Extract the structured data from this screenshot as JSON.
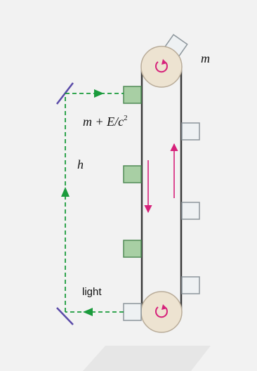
{
  "labels": {
    "mass_top": "m",
    "mass_shift_base": "m + E/c",
    "mass_shift_exp": "2",
    "height": "h",
    "light": "light"
  },
  "colors": {
    "background": "#f2f2f2",
    "belt": "#3a3a3a",
    "pulley_fill": "#ede3d1",
    "pulley_edge": "#b8ab98",
    "rotation_arrow": "#d6217a",
    "motion_arrow": "#d6217a",
    "light_path": "#1a9b3c",
    "mirror": "#5a4aa8",
    "box_excited_fill": "#a8cfa4",
    "box_excited_edge": "#4f8a55",
    "box_plain_fill": "#eef1f3",
    "box_plain_edge": "#8c959b",
    "shadow": "#e6e6e6"
  },
  "icons": [
    "pulley-icon",
    "rotation-arrow-icon",
    "mirror-icon",
    "down-arrow-icon",
    "up-arrow-icon"
  ]
}
